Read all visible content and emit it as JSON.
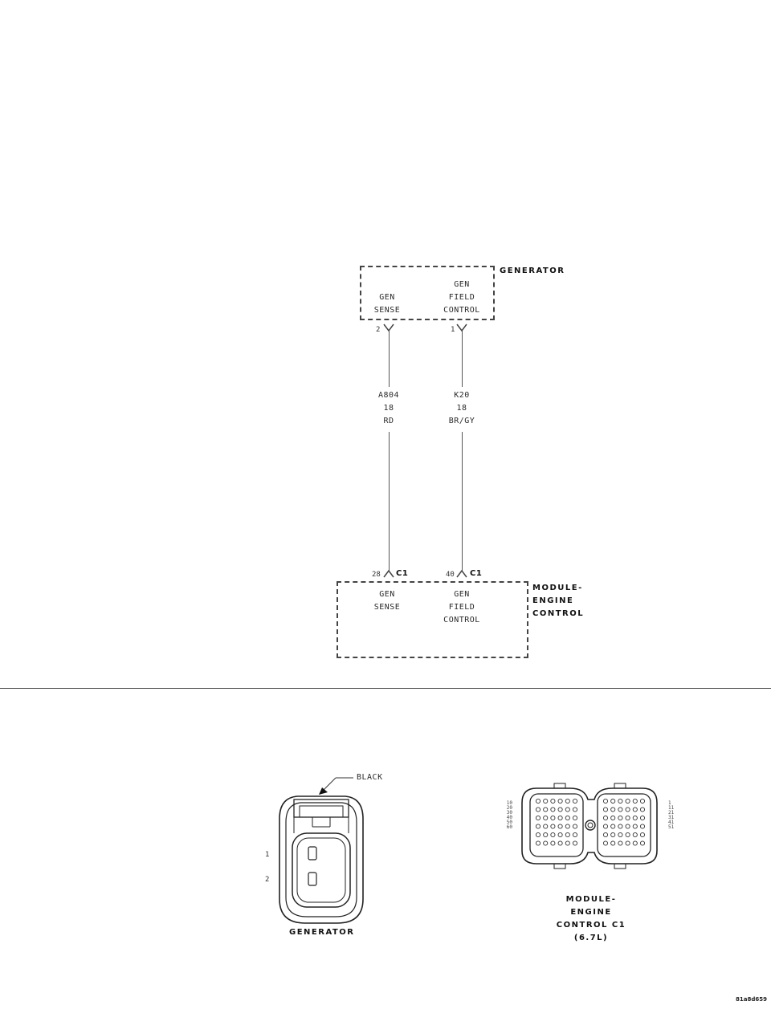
{
  "generator_block": {
    "title": "GENERATOR",
    "sense_label": [
      "GEN",
      "SENSE"
    ],
    "field_label": [
      "GEN",
      "FIELD",
      "CONTROL"
    ],
    "pin_sense": "2",
    "pin_field": "1"
  },
  "wires": {
    "sense": {
      "circuit": "A804",
      "gauge": "18",
      "color_code": "RD"
    },
    "field": {
      "circuit": "K20",
      "gauge": "18",
      "color_code": "BR/GY"
    }
  },
  "ecm_block": {
    "title": [
      "MODULE-",
      "ENGINE",
      "CONTROL"
    ],
    "sense_label": [
      "GEN",
      "SENSE"
    ],
    "field_label": [
      "GEN",
      "FIELD",
      "CONTROL"
    ],
    "pin_sense": "28",
    "pin_field": "40",
    "connector_sense": "C1",
    "connector_field": "C1"
  },
  "generator_connector": {
    "color_callout": "BLACK",
    "pin_1": "1",
    "pin_2": "2",
    "caption": "GENERATOR"
  },
  "ecm_connector": {
    "left_pins": [
      "10",
      "20",
      "30",
      "40",
      "50",
      "60"
    ],
    "right_pins": [
      "1",
      "11",
      "21",
      "31",
      "41",
      "51"
    ],
    "caption": [
      "MODULE-",
      "ENGINE",
      "CONTROL C1",
      "(6.7L)"
    ]
  },
  "figure_id": "81a8d659"
}
